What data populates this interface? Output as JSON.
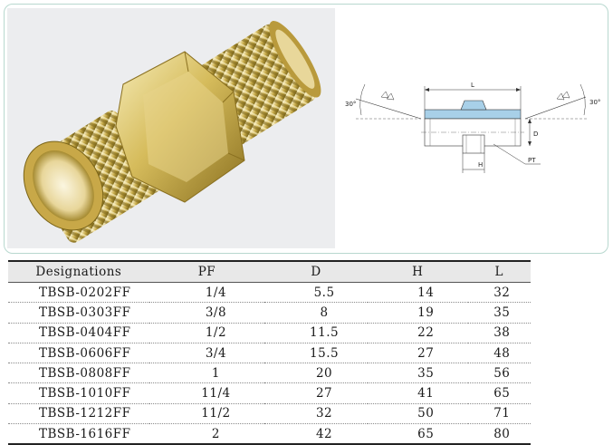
{
  "drawing": {
    "length_label": "L",
    "diameter_label": "D",
    "hex_label": "H",
    "thread_label": "PT",
    "angle_left": "30°",
    "angle_right": "30°"
  },
  "table": {
    "headers": [
      "Designations",
      "PF",
      "D",
      "H",
      "L"
    ],
    "rows": [
      [
        "TBSB-0202FF",
        "1/4",
        "5.5",
        "14",
        "32"
      ],
      [
        "TBSB-0303FF",
        "3/8",
        "8",
        "19",
        "35"
      ],
      [
        "TBSB-0404FF",
        "1/2",
        "11.5",
        "22",
        "38"
      ],
      [
        "TBSB-0606FF",
        "3/4",
        "15.5",
        "27",
        "48"
      ],
      [
        "TBSB-0808FF",
        "1",
        "20",
        "35",
        "56"
      ],
      [
        "TBSB-1010FF",
        "11/4",
        "27",
        "41",
        "65"
      ],
      [
        "TBSB-1212FF",
        "11/2",
        "32",
        "50",
        "71"
      ],
      [
        "TBSB-1616FF",
        "2",
        "42",
        "65",
        "80"
      ]
    ]
  },
  "colors": {
    "frame_border": "#b8d8cf",
    "brass_light": "#f0e2a0",
    "brass_mid": "#c8a848",
    "brass_dark": "#7a6418",
    "drawing_fill": "#a8d0e8"
  }
}
